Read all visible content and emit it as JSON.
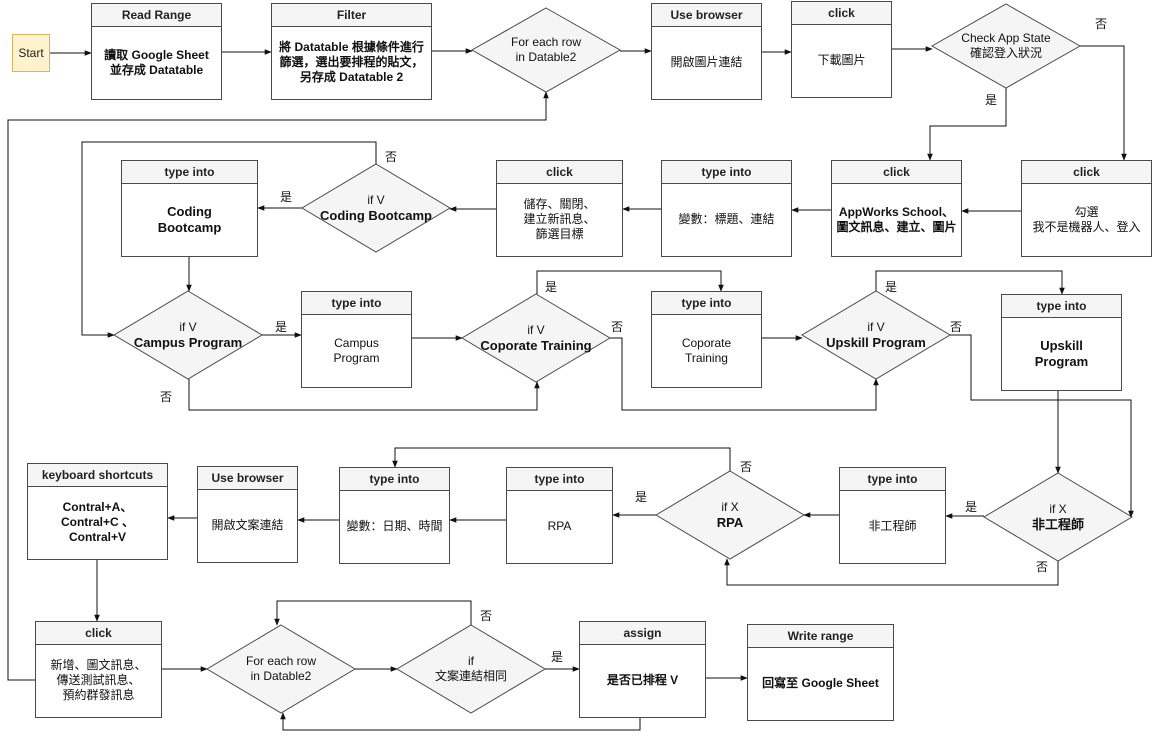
{
  "start": "Start",
  "process_boxes": [
    {
      "id": "read-range",
      "header": "Read Range",
      "body": "讀取 Google Sheet\n並存成 Datatable",
      "style": "semi"
    },
    {
      "id": "filter",
      "header": "Filter",
      "body": "將 Datatable 根據條件進行\n篩選，選出要排程的貼文，\n另存成 Datatable 2",
      "style": "semi"
    },
    {
      "id": "use-browser-1",
      "header": "Use browser",
      "body": "開啟圖片連結",
      "style": ""
    },
    {
      "id": "click-download",
      "header": "click",
      "body": "下載圖片",
      "style": ""
    },
    {
      "id": "click-recaptcha",
      "header": "click",
      "body": "勾選\n我不是機器人、登入",
      "style": ""
    },
    {
      "id": "click-appworks",
      "header": "click",
      "body": "AppWorks School、\n圖文訊息、建立、圖片",
      "style": "semi"
    },
    {
      "id": "type-into-vars1",
      "header": "type into",
      "body": "變數：標題、連結",
      "style": ""
    },
    {
      "id": "click-save",
      "header": "click",
      "body": "儲存、關閉、\n建立新訊息、\n篩選目標",
      "style": ""
    },
    {
      "id": "type-coding",
      "header": "type into",
      "body": "Coding\nBootcamp",
      "style": "big"
    },
    {
      "id": "type-campus",
      "header": "type into",
      "body": "Campus\nProgram",
      "style": ""
    },
    {
      "id": "type-coporate",
      "header": "type into",
      "body": "Coporate\nTraining",
      "style": ""
    },
    {
      "id": "type-upskill",
      "header": "type into",
      "body": "Upskill\nProgram",
      "style": "big"
    },
    {
      "id": "type-non-eng",
      "header": "type into",
      "body": "非工程師",
      "style": ""
    },
    {
      "id": "type-rpa",
      "header": "type into",
      "body": "RPA",
      "style": ""
    },
    {
      "id": "type-vars2",
      "header": "type into",
      "body": "變數：日期、時間",
      "style": ""
    },
    {
      "id": "use-browser-2",
      "header": "Use browser",
      "body": "開啟文案連結",
      "style": ""
    },
    {
      "id": "keyboard",
      "header": "keyboard shortcuts",
      "body": "Contral+A、\nContral+C 、\nContral+V",
      "style": "semi"
    },
    {
      "id": "click-new",
      "header": "click",
      "body": "新增、圖文訊息、\n傳送測試訊息、\n預約群發訊息",
      "style": ""
    },
    {
      "id": "assign",
      "header": "assign",
      "body": "是否已排程 V",
      "style": "semi"
    },
    {
      "id": "write-range",
      "header": "Write range",
      "body": "回寫至 Google Sheet",
      "style": "semi"
    }
  ],
  "decisions": [
    {
      "id": "foreach-1",
      "line1": "For each row",
      "line2": "in Datable2",
      "bold": false
    },
    {
      "id": "check-app",
      "line1": "Check App State",
      "line2": "確認登入狀況",
      "bold": false
    },
    {
      "id": "if-coding",
      "line1": "if V",
      "line2": "Coding Bootcamp",
      "bold": true
    },
    {
      "id": "if-campus",
      "line1": "if V",
      "line2": "Campus Program",
      "bold": true
    },
    {
      "id": "if-coporate",
      "line1": "if V",
      "line2": "Coporate Training",
      "bold": true
    },
    {
      "id": "if-upskill",
      "line1": "if V",
      "line2": "Upskill Program",
      "bold": true
    },
    {
      "id": "if-non-eng",
      "line1": "if X",
      "line2": "非工程師",
      "bold": true
    },
    {
      "id": "if-rpa",
      "line1": "if X",
      "line2": "RPA",
      "bold": true
    },
    {
      "id": "foreach-2",
      "line1": "For each row",
      "line2": "in Datable2",
      "bold": false
    },
    {
      "id": "if-same",
      "line1": "if",
      "line2": "文案連結相同",
      "bold": false
    }
  ],
  "edge_labels": {
    "yes": "是",
    "no": "否"
  },
  "colors": {
    "start_fill": "#fff2cc",
    "start_stroke": "#d6b656",
    "shape_stroke": "#4a4a4a",
    "diamond_fill": "#f5f5f5",
    "edge": "#111111"
  }
}
